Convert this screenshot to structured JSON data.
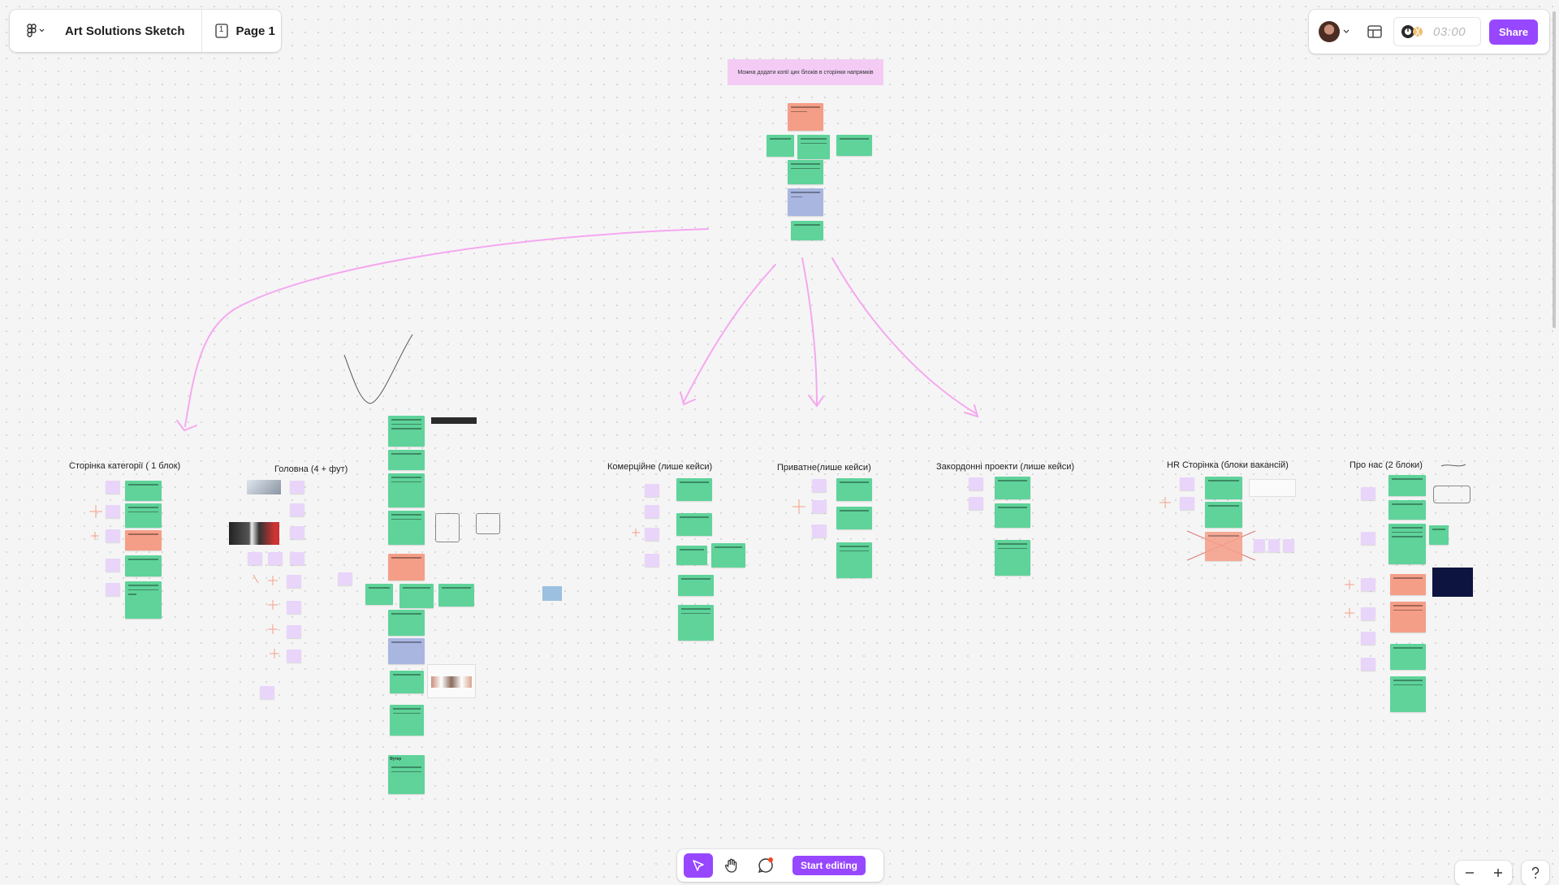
{
  "app": {
    "file_title": "Art Solutions Sketch",
    "page_name": "Page 1",
    "page_number": "1"
  },
  "toolbar_right": {
    "timer": "03:00",
    "share_label": "Share"
  },
  "bottom_toolbar": {
    "start_editing_label": "Start editing"
  },
  "canvas": {
    "top_banner": "Можна додати копії цих блоків в сторінки напрямків",
    "sections": [
      {
        "label": "Сторінка категорії ( 1 блок)"
      },
      {
        "label": "Головна (4 + фут)"
      },
      {
        "label": "Комерційне (лише кейси)"
      },
      {
        "label": "Приватне(лише кейси)"
      },
      {
        "label": "Закордонні проекти (лише кейси)"
      },
      {
        "label": "HR Сторінка (блоки вакансій)"
      },
      {
        "label": "Про нас (2 блоки)"
      }
    ],
    "footer_note": "Футер"
  },
  "colors": {
    "accent": "#9747ff",
    "sticky_green": "#5fd39a",
    "sticky_red": "#f59e87",
    "sticky_purple": "#e8d5f9",
    "sticky_blue": "#a9b6e0",
    "arrow_pink": "#f5a8f0"
  },
  "icons": {
    "main_menu": "figma-logo-icon",
    "page": "page-icon",
    "layout": "layout-panel-icon",
    "timer": "timer-icon",
    "select": "cursor-icon",
    "hand": "hand-icon",
    "comment": "comment-icon",
    "zoom_out": "minus-icon",
    "zoom_in": "plus-icon",
    "help": "help-icon"
  }
}
